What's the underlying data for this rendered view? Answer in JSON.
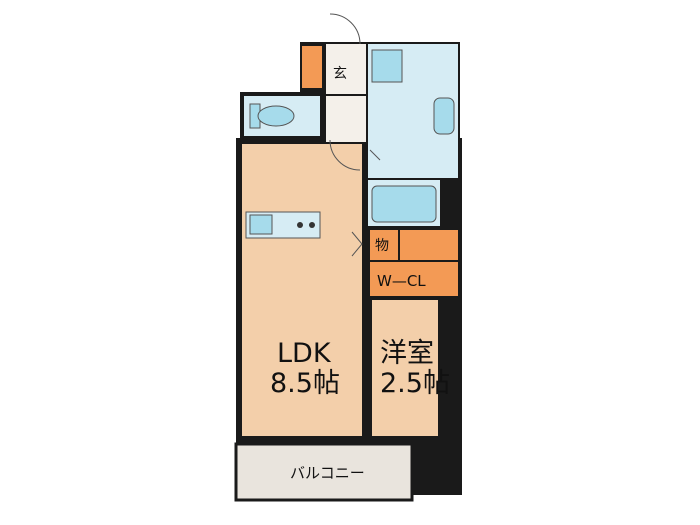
{
  "rooms": {
    "ldk_name": "LDK",
    "ldk_size": "8.5帖",
    "western_name": "洋室",
    "western_size": "2.5帖",
    "wcl": "W—CL",
    "storage": "物",
    "entrance": "玄",
    "balcony": "バルコニー"
  },
  "colors": {
    "wall": "#1a1a1a",
    "room": "#f3cfaa",
    "water": "#d6ecf4",
    "closet": "#f39a55",
    "balcony": "#e9e4dd",
    "fixture": "#a6dbeb"
  }
}
